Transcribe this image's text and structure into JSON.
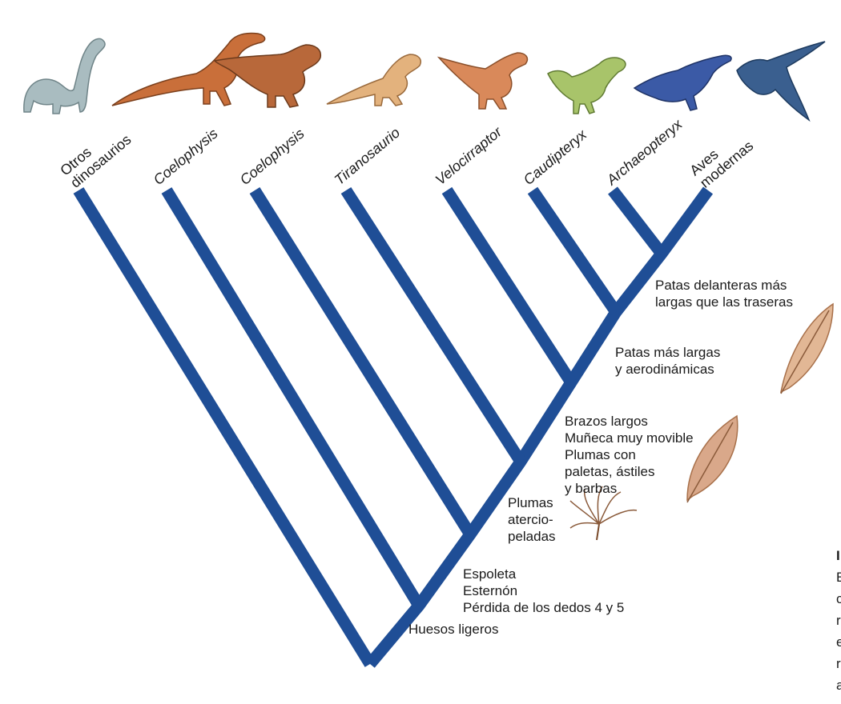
{
  "taxa": [
    {
      "lines": [
        "Otros",
        "dinosaurios"
      ],
      "italic": false
    },
    {
      "lines": [
        "Coelophysis"
      ],
      "italic": true
    },
    {
      "lines": [
        "Coelophysis"
      ],
      "italic": true
    },
    {
      "lines": [
        "Tiranosaurio"
      ],
      "italic": true
    },
    {
      "lines": [
        "Velocirraptor"
      ],
      "italic": true
    },
    {
      "lines": [
        "Caudipteryx"
      ],
      "italic": true
    },
    {
      "lines": [
        "Archaeopteryx"
      ],
      "italic": true
    },
    {
      "lines": [
        "Aves",
        "modernas"
      ],
      "italic": false
    }
  ],
  "traits": [
    {
      "lines": [
        "Huesos ligeros"
      ]
    },
    {
      "lines": [
        "Espoleta",
        "Esternón",
        "Pérdida de los dedos 4 y 5"
      ]
    },
    {
      "lines": [
        "Plumas",
        "atercio-",
        "peladas"
      ]
    },
    {
      "lines": [
        "Brazos largos",
        "Muñeca muy movible",
        "Plumas con",
        "paletas, ástiles",
        "y barbas"
      ]
    },
    {
      "lines": [
        "Patas más largas",
        "y aerodinámicas"
      ]
    },
    {
      "lines": [
        "Patas delanteras más",
        "largas que las traseras"
      ]
    }
  ],
  "cut_caption": [
    "I",
    "E",
    "c",
    "r",
    "e",
    "r",
    "a"
  ],
  "colors": {
    "branch": "#1f4e96",
    "sauropod": "#a9bcc0",
    "theropod_orange": "#c96f3a",
    "theropod_tan": "#e3b27d",
    "caudipteryx": "#a8c46a",
    "archaeopteryx": "#3b5aa6",
    "bird": "#3a5f8f",
    "feather": "#c49068"
  },
  "icons": [
    "sauropod-illustration",
    "theropod-illustration",
    "feather-illustration",
    "down-feather-illustration",
    "bird-illustration"
  ]
}
